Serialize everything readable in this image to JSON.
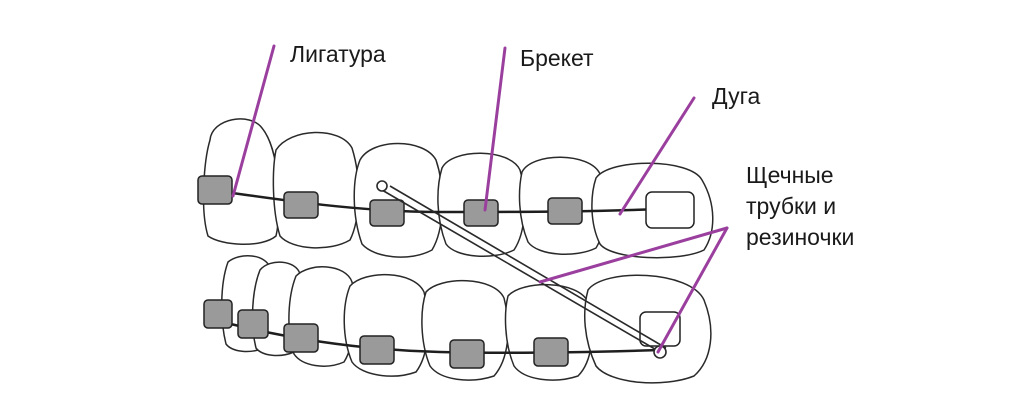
{
  "labels": {
    "ligature": "Лигатура",
    "bracket": "Брекет",
    "archwire": "Дуга",
    "cheek_tubes_line1": "Щечные",
    "cheek_tubes_line2": "трубки и",
    "cheek_tubes_line3": "резиночки"
  },
  "colors": {
    "leader": "#9b3f9f",
    "outline": "#2a2a2a",
    "wire": "#1e1e1e",
    "bracket_fill": "#9a9a9a",
    "text": "#1a1a1a"
  }
}
